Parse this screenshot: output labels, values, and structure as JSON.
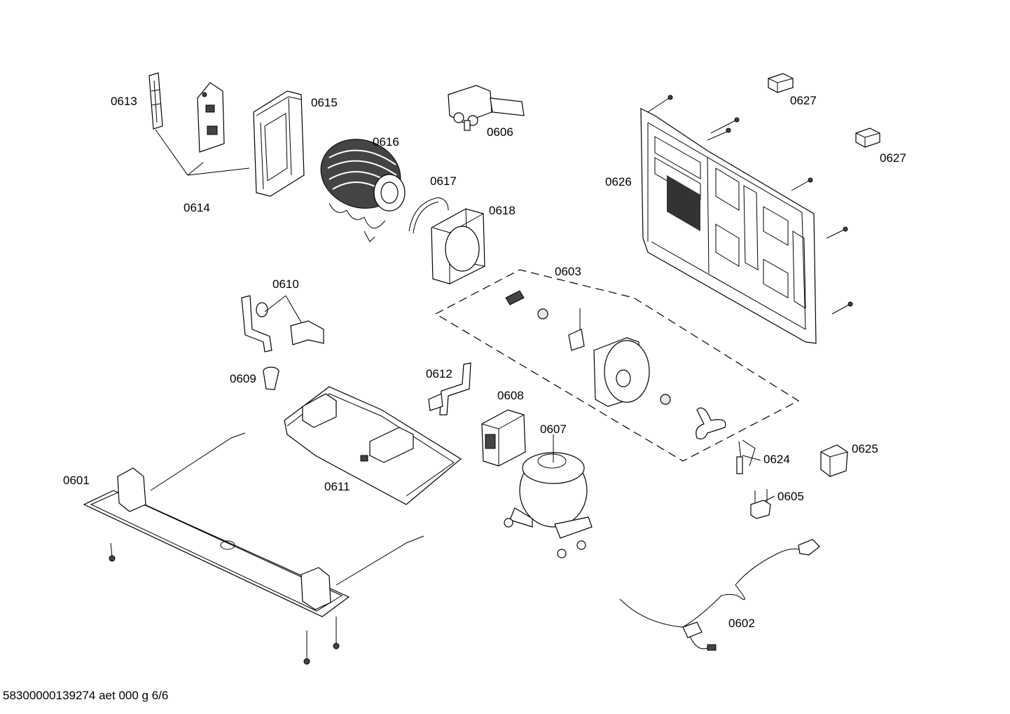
{
  "diagram": {
    "part_labels": {
      "p0601": "0601",
      "p0602": "0602",
      "p0603": "0603",
      "p0605": "0605",
      "p0606": "0606",
      "p0607": "0607",
      "p0608": "0608",
      "p0609": "0609",
      "p0610": "0610",
      "p0611": "0611",
      "p0612": "0612",
      "p0613": "0613",
      "p0614": "0614",
      "p0615": "0615",
      "p0616": "0616",
      "p0617": "0617",
      "p0618": "0618",
      "p0624": "0624",
      "p0625": "0625",
      "p0626": "0626",
      "p0627a": "0627",
      "p0627b": "0627"
    },
    "footer": "58300000139274 aet 000 g 6/6"
  }
}
